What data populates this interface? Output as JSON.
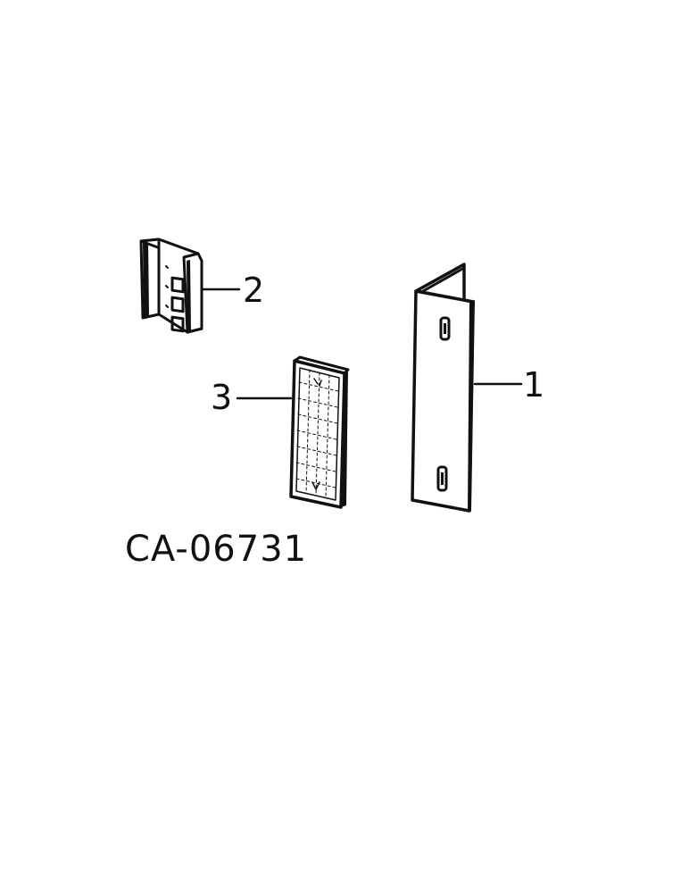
{
  "figure": {
    "code": "CA-06731",
    "callouts": [
      {
        "number": "1",
        "part": "bracket"
      },
      {
        "number": "2",
        "part": "clip"
      },
      {
        "number": "3",
        "part": "reflector"
      }
    ]
  },
  "colors": {
    "ink": "#111111",
    "paper": "#ffffff"
  }
}
